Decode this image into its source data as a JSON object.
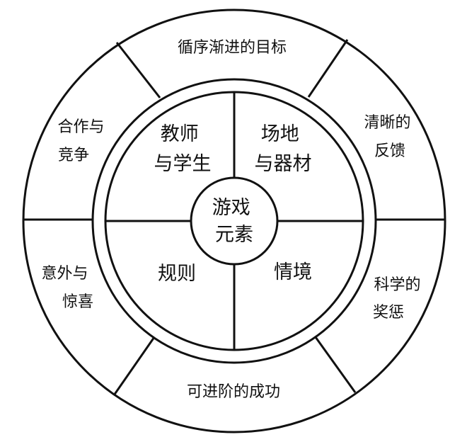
{
  "diagram": {
    "center": {
      "lines": [
        "游戏",
        "元素"
      ]
    },
    "inner_segments": [
      {
        "id": "teacher-student",
        "lines": [
          "教师",
          "与学生"
        ]
      },
      {
        "id": "venue-equipment",
        "lines": [
          "场地",
          "与器材"
        ]
      },
      {
        "id": "rules",
        "lines": [
          "规则"
        ]
      },
      {
        "id": "situation",
        "lines": [
          "情境"
        ]
      }
    ],
    "outer_segments": [
      {
        "id": "progressive-goals",
        "lines": [
          "循序渐进的目标"
        ]
      },
      {
        "id": "clear-feedback",
        "lines": [
          "清晰的",
          "反馈"
        ]
      },
      {
        "id": "scientific-rewards",
        "lines": [
          "科学的",
          "奖惩"
        ]
      },
      {
        "id": "progressive-success",
        "lines": [
          "可进阶的成功"
        ]
      },
      {
        "id": "surprise",
        "lines": [
          "意外与",
          "惊喜"
        ]
      },
      {
        "id": "cooperation-competition",
        "lines": [
          "合作与",
          "竞争"
        ]
      }
    ],
    "colors": {
      "stroke": "#111111",
      "background": "#ffffff"
    }
  }
}
